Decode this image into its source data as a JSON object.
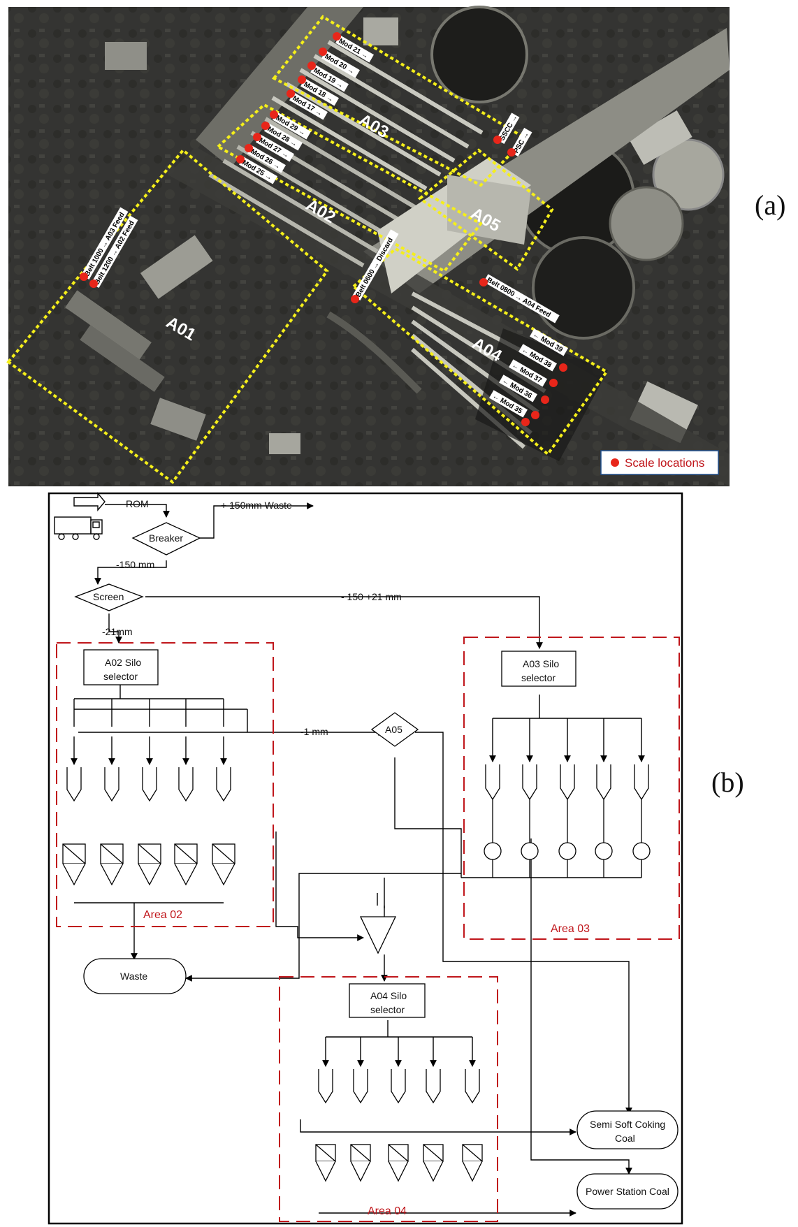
{
  "panel_a": {
    "label": "(a)",
    "areas": [
      "A01",
      "A02",
      "A03",
      "A04",
      "A05"
    ],
    "legend": "Scale locations",
    "marker_color": "#e8261a",
    "zone_color": "#f5ef1a",
    "scale_labels": {
      "belt1000": "Belt 1000 → A03 Feed",
      "belt1200": "Belt 1200 → A02 Feed",
      "mod21": "Mod 21 →",
      "mod20": "Mod 20 →",
      "mod19": "Mod 19 →",
      "mod18": "Mod 18 →",
      "mod17": "Mod 17 →",
      "mod29": "Mod 29 →",
      "mod28": "Mod 28 →",
      "mod27": "Mod 27 →",
      "mod26": "Mod 26 →",
      "mod25": "Mod 25 →",
      "sscc": "SSCC →",
      "psc": "PSC →",
      "belt0600": "Belt 0600 → Discard",
      "belt0800": "Belt 0800 → A04 Feed",
      "mod39": "← Mod 39",
      "mod38": "← Mod 38",
      "mod37": "← Mod 37",
      "mod36": "← Mod 36",
      "mod35": "← Mod 35"
    }
  },
  "panel_b": {
    "label": "(b)",
    "rom": "ROM",
    "breaker": "Breaker",
    "waste_150": "+ 150mm Waste",
    "minus150": "-150 mm",
    "screen": "Screen",
    "range_150_21": "- 150 +21 mm",
    "minus21": "-21mm",
    "a02_selector": [
      "A02 Silo",
      "selector"
    ],
    "a03_selector": [
      "A03 Silo",
      "selector"
    ],
    "a04_selector": [
      "A04 Silo",
      "selector"
    ],
    "minus1": "-1 mm",
    "a05": "A05",
    "area02": "Area 02",
    "area03": "Area 03",
    "area04": "Area 04",
    "waste": "Waste",
    "sscc": [
      "Semi Soft Coking",
      "Coal"
    ],
    "psc": "Power Station Coal",
    "area_color": "#c0161b"
  }
}
